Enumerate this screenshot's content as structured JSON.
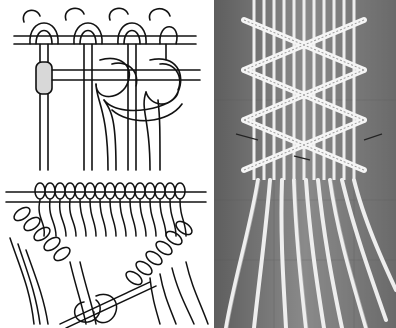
{
  "figure": {
    "panels": [
      {
        "id": "top-diagram",
        "kind": "line-illustration",
        "style": "black ink on white"
      },
      {
        "id": "bottom-diagram",
        "kind": "line-illustration",
        "style": "black ink on white"
      },
      {
        "id": "photo-panel",
        "kind": "grayscale photograph",
        "style": "white cord on gray background"
      }
    ]
  },
  "colors": {
    "ink": "#111111",
    "paper": "#ffffff",
    "cord": "#eeeeee",
    "cord_shadow": "#9a9a9a",
    "photo_bg": "#7d7d7d",
    "photo_dark": "#4a4a4a"
  }
}
